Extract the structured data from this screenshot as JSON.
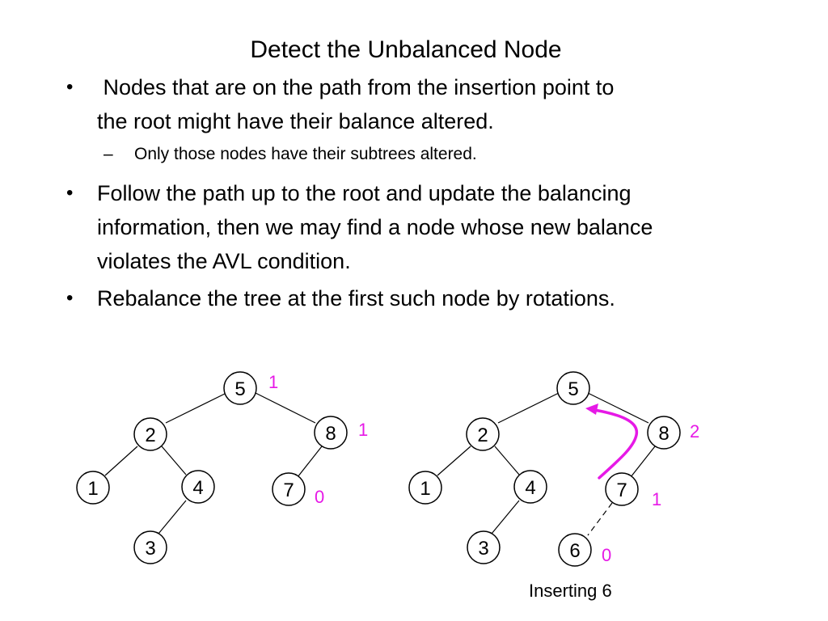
{
  "slide": {
    "title": "Detect the Unbalanced Node",
    "bullets": [
      {
        "mark": "•",
        "lines": [
          " Nodes that are on the path from the insertion point to",
          "the root might have their balance altered."
        ]
      },
      {
        "mark": "•",
        "lines": [
          "Follow the path up to the root and update the balancing",
          "information, then we may find a node whose new balance",
          "violates the AVL condition."
        ]
      },
      {
        "mark": "•",
        "lines": [
          "Rebalance the tree at the first such node by rotations."
        ]
      }
    ],
    "sub_bullet": {
      "mark": "–",
      "text": "Only those nodes have their subtrees altered."
    },
    "caption": "Inserting 6"
  },
  "colors": {
    "accent": "#e619e6",
    "text": "#000000",
    "background": "#ffffff"
  },
  "tree_before": {
    "nodes": [
      "5",
      "2",
      "8",
      "1",
      "4",
      "7",
      "3"
    ],
    "balances": {
      "5": "1",
      "8": "1",
      "7": "0"
    }
  },
  "tree_after": {
    "nodes": [
      "5",
      "2",
      "8",
      "1",
      "4",
      "7",
      "3",
      "6"
    ],
    "balances": {
      "8": "2",
      "7": "1",
      "6": "0"
    }
  }
}
